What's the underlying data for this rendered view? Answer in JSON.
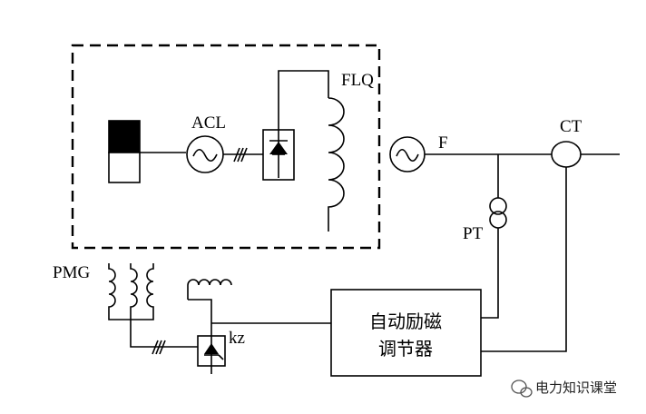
{
  "labels": {
    "acl": "ACL",
    "flq": "FLQ",
    "f": "F",
    "ct": "CT",
    "pt": "PT",
    "pmg": "PMG",
    "kz": "kz"
  },
  "regulator": {
    "line1": "自动励磁",
    "line2": "调节器"
  },
  "watermark": {
    "text": "电力知识课堂",
    "icon": "wechat-logo-icon"
  },
  "colors": {
    "line": "#000000",
    "fill_dark": "#000000",
    "background": "#ffffff"
  }
}
